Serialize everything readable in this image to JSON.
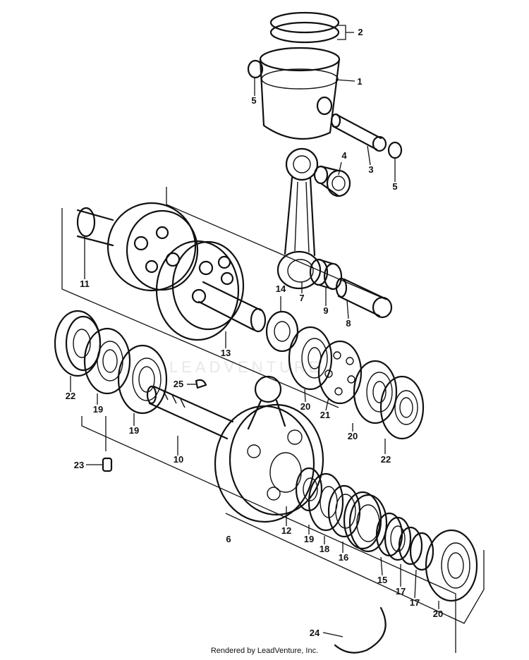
{
  "watermark": "LEADVENTURE",
  "footer": "Rendered by LeadVenture, Inc.",
  "callouts": {
    "c1": "1",
    "c2": "2",
    "c3": "3",
    "c4": "4",
    "c5a": "5",
    "c5b": "5",
    "c6": "6",
    "c7": "7",
    "c8": "8",
    "c9": "9",
    "c10": "10",
    "c11": "11",
    "c12": "12",
    "c13": "13",
    "c14": "14",
    "c15": "15",
    "c16": "16",
    "c17a": "17",
    "c17b": "17",
    "c18": "18",
    "c19a": "19",
    "c19b": "19",
    "c19c": "19",
    "c20a": "20",
    "c20b": "20",
    "c20c": "20",
    "c21": "21",
    "c22a": "22",
    "c22b": "22",
    "c23": "23",
    "c24": "24",
    "c25": "25"
  }
}
